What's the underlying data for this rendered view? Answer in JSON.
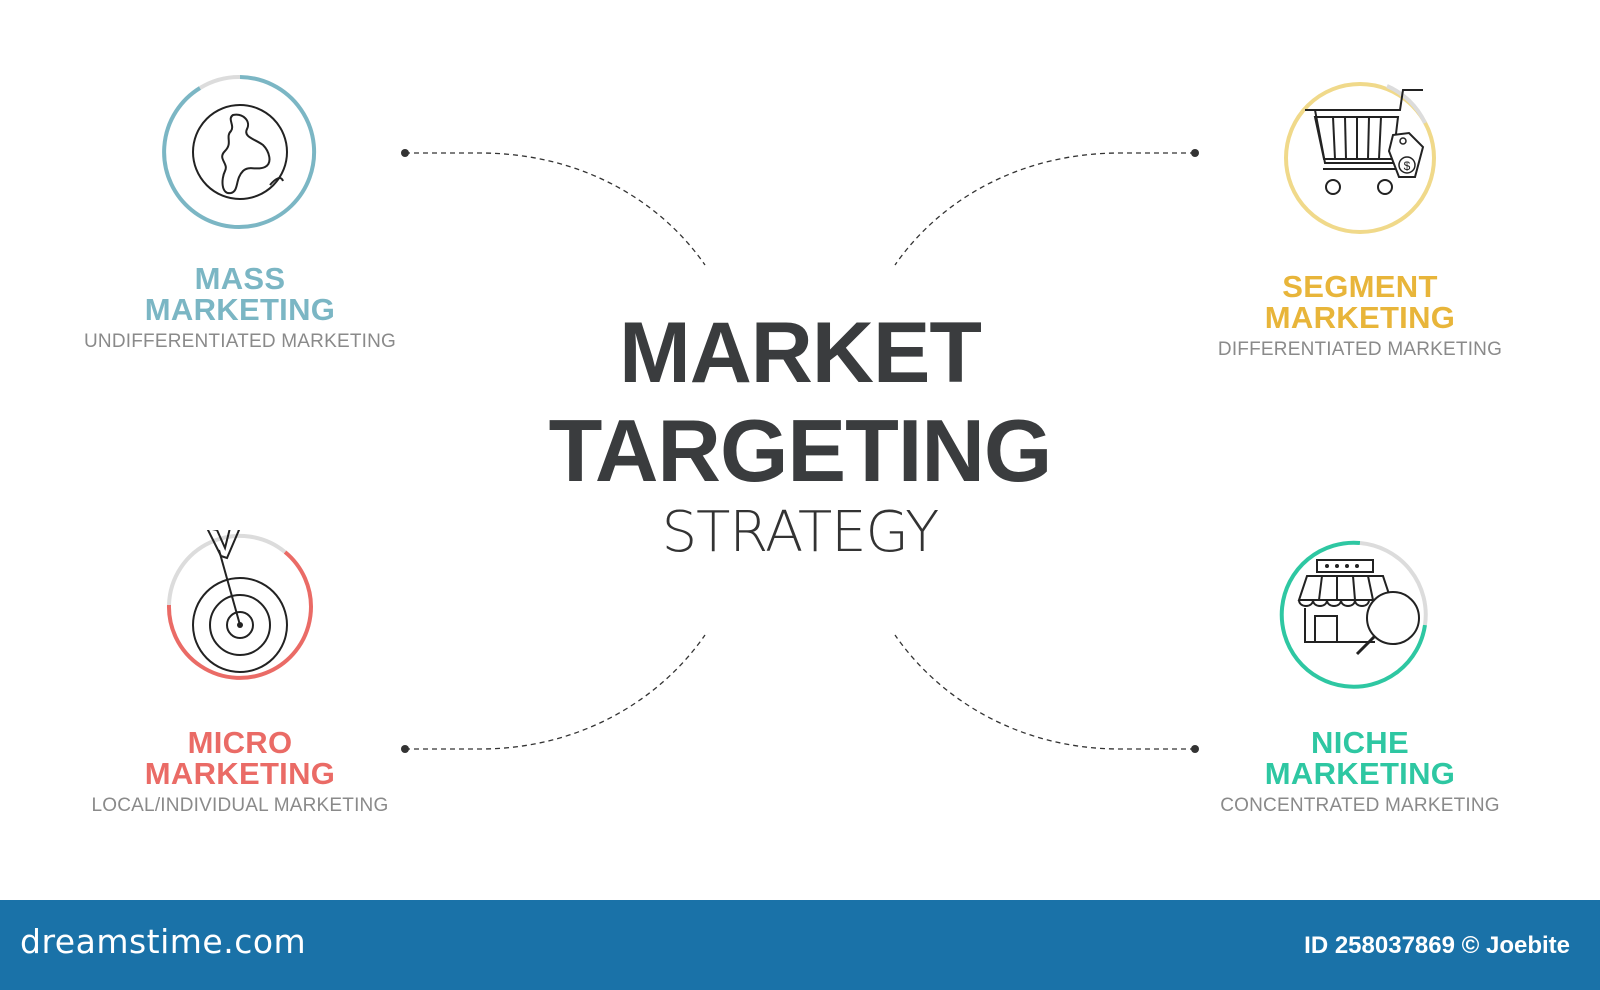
{
  "center": {
    "line1": "MARKET",
    "line2": "TARGETING",
    "line3": "STRATEGY"
  },
  "items": [
    {
      "title1": "MASS",
      "title2": "MARKETING",
      "subtitle": "UNDIFFERENTIATED MARKETING",
      "color": "#7bb6c4",
      "icon": "globe-icon"
    },
    {
      "title1": "SEGMENT",
      "title2": "MARKETING",
      "subtitle": "DIFFERENTIATED MARKETING",
      "color": "#e8b53a",
      "icon": "shopping-cart-icon"
    },
    {
      "title1": "MICRO",
      "title2": "MARKETING",
      "subtitle": "LOCAL/INDIVIDUAL MARKETING",
      "color": "#ea6b66",
      "icon": "target-dart-icon"
    },
    {
      "title1": "NICHE",
      "title2": "MARKETING",
      "subtitle": "CONCENTRATED MARKETING",
      "color": "#2ec7a2",
      "icon": "store-search-icon"
    }
  ],
  "footer": {
    "brand": "dreamstime.com",
    "credit": "ID 258037869 © Joebite",
    "background": "#1a72a8"
  }
}
